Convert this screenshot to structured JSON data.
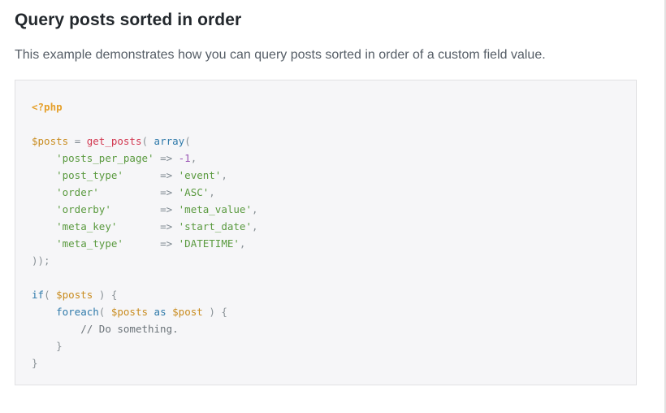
{
  "section": {
    "title": "Query posts sorted in order",
    "description": "This example demonstrates how you can query posts sorted in order of a custom field value."
  },
  "code": {
    "open_tag": "<?php",
    "var_posts": "$posts",
    "var_post": "$post",
    "fn_get_posts": "get_posts",
    "kw_array": "array",
    "kw_if": "if",
    "kw_foreach": "foreach",
    "kw_as": "as",
    "arrow": "=>",
    "args": [
      {
        "key": "'posts_per_page'",
        "pad": " ",
        "value": "-1",
        "type": "num"
      },
      {
        "key": "'post_type'",
        "pad": "      ",
        "value": "'event'",
        "type": "str"
      },
      {
        "key": "'order'",
        "pad": "          ",
        "value": "'ASC'",
        "type": "str"
      },
      {
        "key": "'orderby'",
        "pad": "        ",
        "value": "'meta_value'",
        "type": "str"
      },
      {
        "key": "'meta_key'",
        "pad": "       ",
        "value": "'start_date'",
        "type": "str"
      },
      {
        "key": "'meta_type'",
        "pad": "      ",
        "value": "'DATETIME'",
        "type": "str"
      }
    ],
    "comment": "// Do something."
  }
}
